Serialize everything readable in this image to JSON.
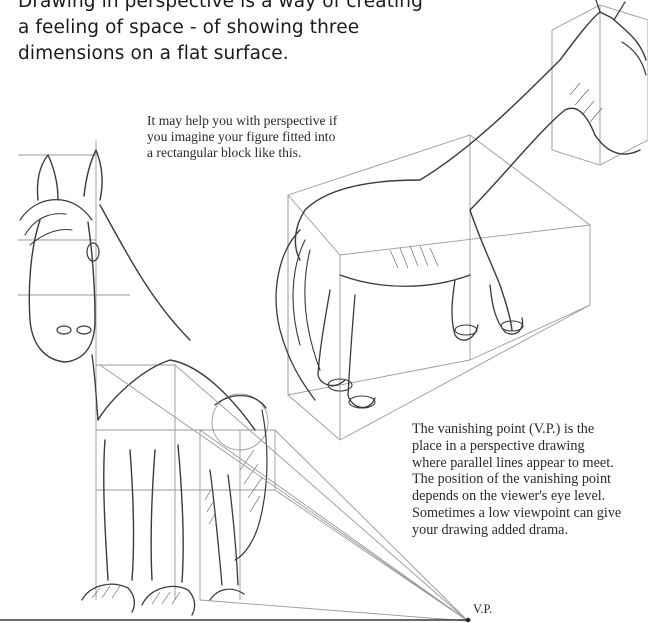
{
  "heading": {
    "lines": [
      "Drawing in perspective is a way of creating",
      "a feeling of space - of showing three",
      "dimensions on a flat surface."
    ]
  },
  "captions": {
    "block": {
      "lines": [
        "It may help you with perspective if",
        "you imagine your figure fitted into",
        "a rectangular block like this."
      ]
    },
    "vanishing_point": {
      "lines": [
        "The vanishing point (V.P.) is the",
        "place in a perspective drawing",
        "where parallel lines appear to meet.",
        "The position of the vanishing point",
        "depends on the viewer's eye level.",
        "Sometimes a low viewpoint can give",
        "your drawing added drama."
      ]
    },
    "vp_label": "V.P."
  },
  "colors": {
    "ink": "#1e1e1e",
    "pencil": "#3a3a3a",
    "guide": "#9a9a9a"
  }
}
